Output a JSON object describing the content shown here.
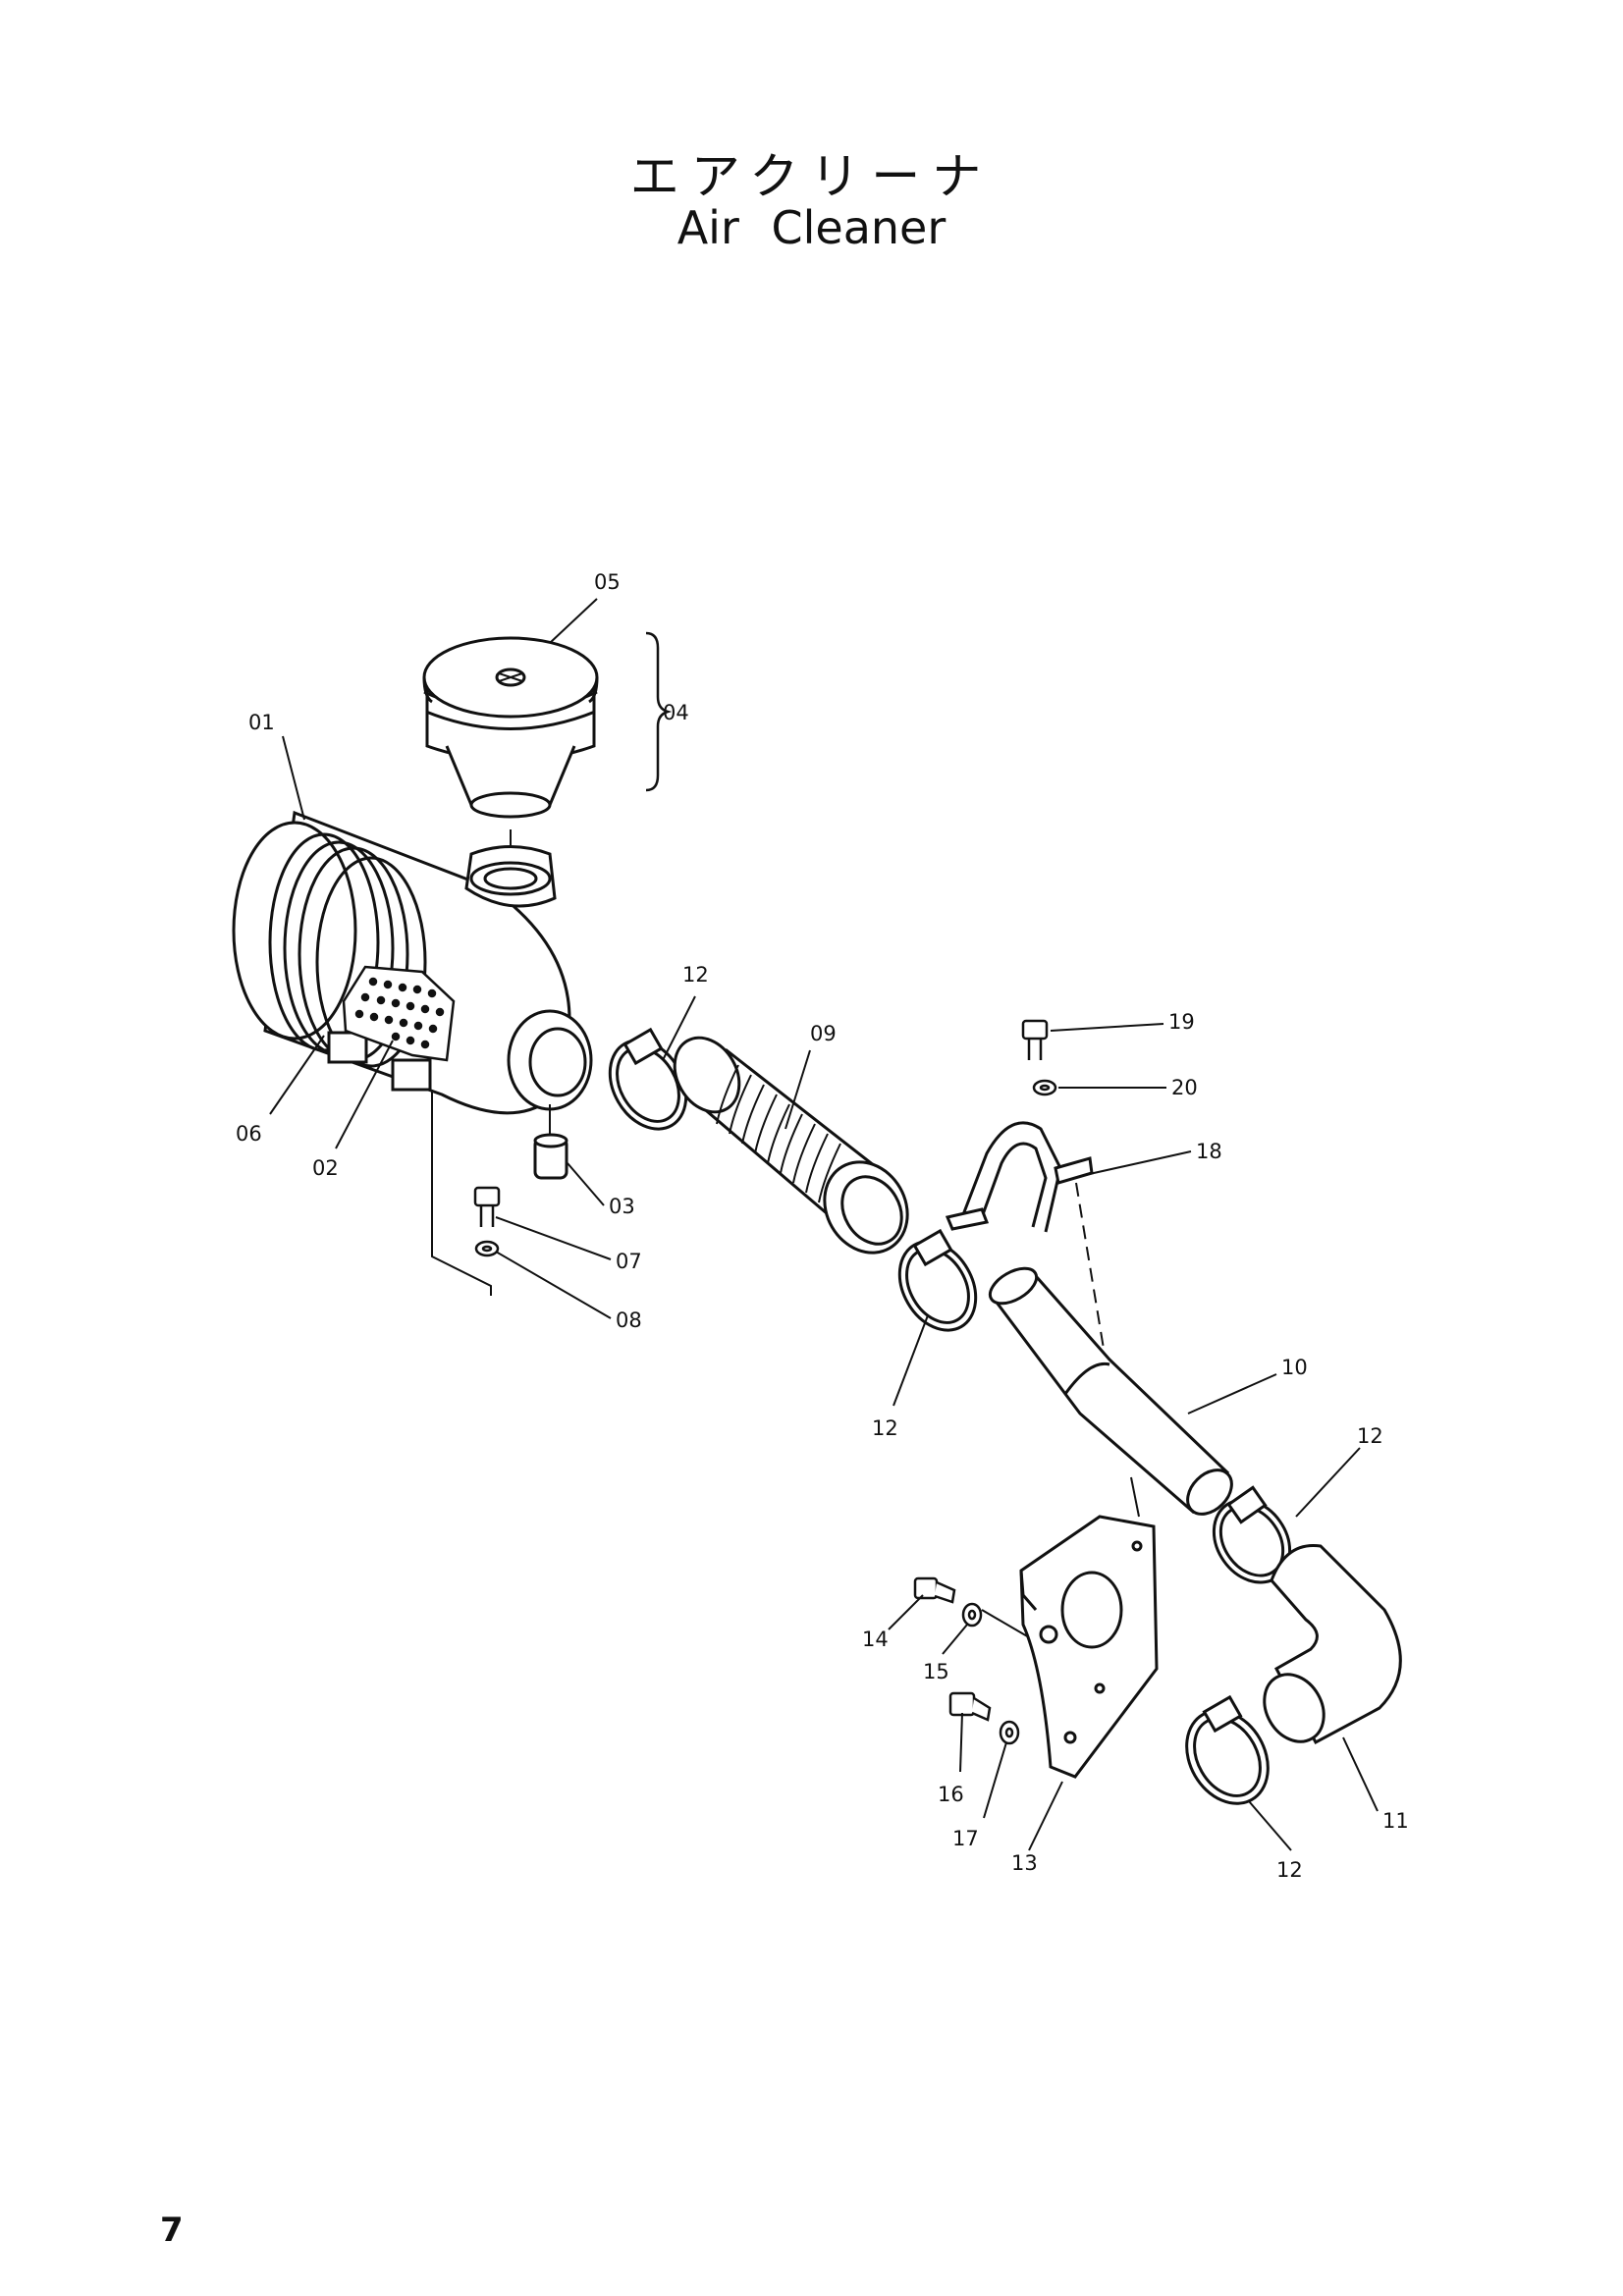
{
  "title": {
    "japanese": "エアクリーナ",
    "english": "Air Cleaner"
  },
  "page_number": "7",
  "callouts": {
    "p01": "01",
    "p02": "02",
    "p03": "03",
    "p04": "04",
    "p05": "05",
    "p06": "06",
    "p07": "07",
    "p08": "08",
    "p09": "09",
    "p10": "10",
    "p11": "11",
    "p12": "12",
    "p13": "13",
    "p14": "14",
    "p15": "15",
    "p16": "16",
    "p17": "17",
    "p18": "18",
    "p19": "19",
    "p20": "20"
  }
}
